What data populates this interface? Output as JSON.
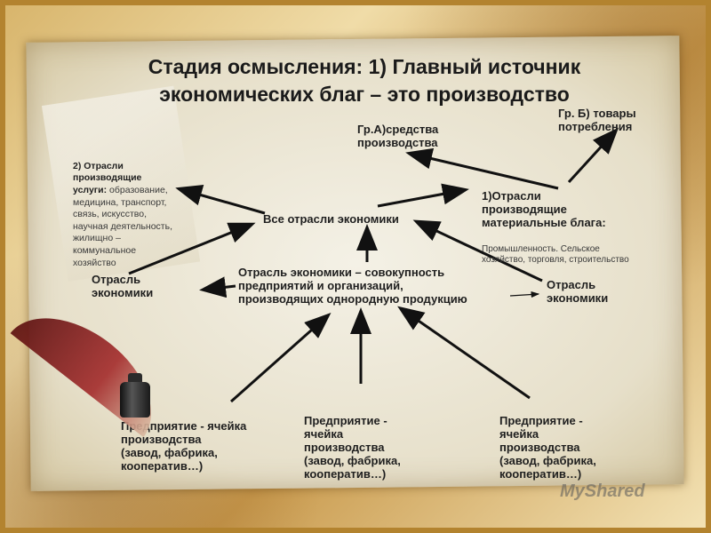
{
  "title": "Стадия осмысления: 1) Главный источник\nэкономических благ – это производство",
  "nodes": {
    "center": "Все отрасли экономики",
    "group_a": "Гр.А)средства\nпроизводства",
    "group_b": "Гр. Б) товары\nпотребления",
    "material_head": "1)Отрасли\nпроизводящие\nматериальные блага:",
    "material_list": "Промышленность. Сельское\nхозяйство, торговля, строительство",
    "services_head": "2) Отрасли\nпроизводящие\nуслуги:",
    "services_list": " образование,\nмедицина, транспорт,\nсвязь, искусство,\nнаучная деятельность,\nжилищно –\nкоммунальное\nхозяйство",
    "branch_left": "Отрасль\nэкономики",
    "branch_right": "Отрасль\nэкономики",
    "definition": "Отрасль экономики  – совокупность\nпредприятий и организаций,\nпроизводящих однородную продукцию",
    "enterprise_1": "Предприятие  - ячейка\n производства\n  (завод, фабрика,\nкооператив…)",
    "enterprise_2": "Предприятие  -\nячейка\n производства\n  (завод, фабрика,\nкооператив…)",
    "enterprise_3": "Предприятие  -\nячейка\n производства\n  (завод, фабрика,\nкооператив…)"
  },
  "watermark": "MyShared",
  "colors": {
    "text": "#1f1f1f",
    "arrow": "#111111"
  }
}
